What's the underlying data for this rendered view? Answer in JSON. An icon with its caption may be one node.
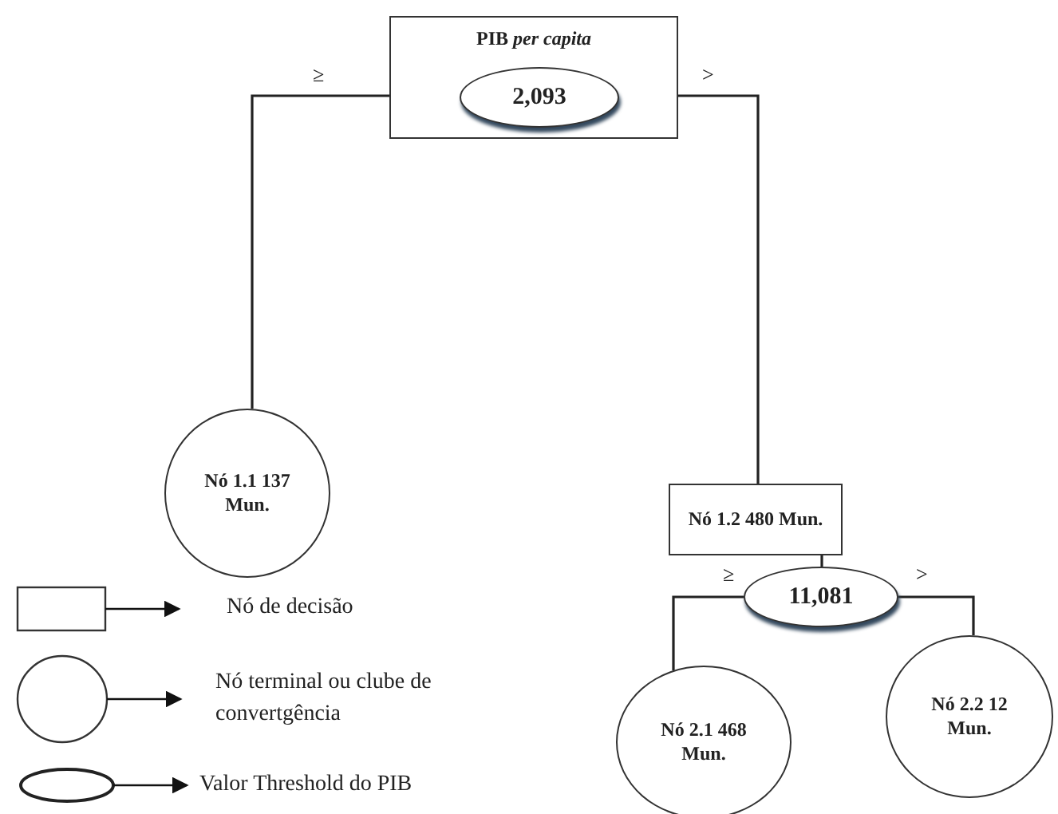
{
  "diagram": {
    "nodes": [
      {
        "text": [
          "PIB *per capita*"
        ]
      },
      {
        "text": [
          "2,093"
        ],
        "in": 0
      },
      {
        "text": [
          "Nó 1.1 137 Mun."
        ]
      },
      {
        "text": [
          "Nó 1.2 480 Mun."
        ]
      },
      {
        "text": [
          "11,081"
        ]
      },
      {
        "text": [
          "Nó 2.1 468 Mun."
        ]
      },
      {
        "text": [
          "Nó 2.2 12 Mun."
        ]
      }
    ],
    "edges": [
      {
        "from": 1,
        "to": 2,
        "arrow": "none",
        "label": "≥"
      },
      {
        "from": 1,
        "to": 3,
        "arrow": "none",
        "label": ">"
      },
      {
        "from": 3,
        "to": 4,
        "arrow": "none"
      },
      {
        "from": 4,
        "to": 5,
        "arrow": "none",
        "label": "≥"
      },
      {
        "from": 4,
        "to": 6,
        "arrow": "none",
        "label": ">"
      }
    ],
    "legend": [
      {
        "text": "Nó de decisão"
      },
      {
        "text": "Nó terminal ou clube de convertgência"
      },
      {
        "text": "Valor Threshold do PIB"
      }
    ]
  }
}
